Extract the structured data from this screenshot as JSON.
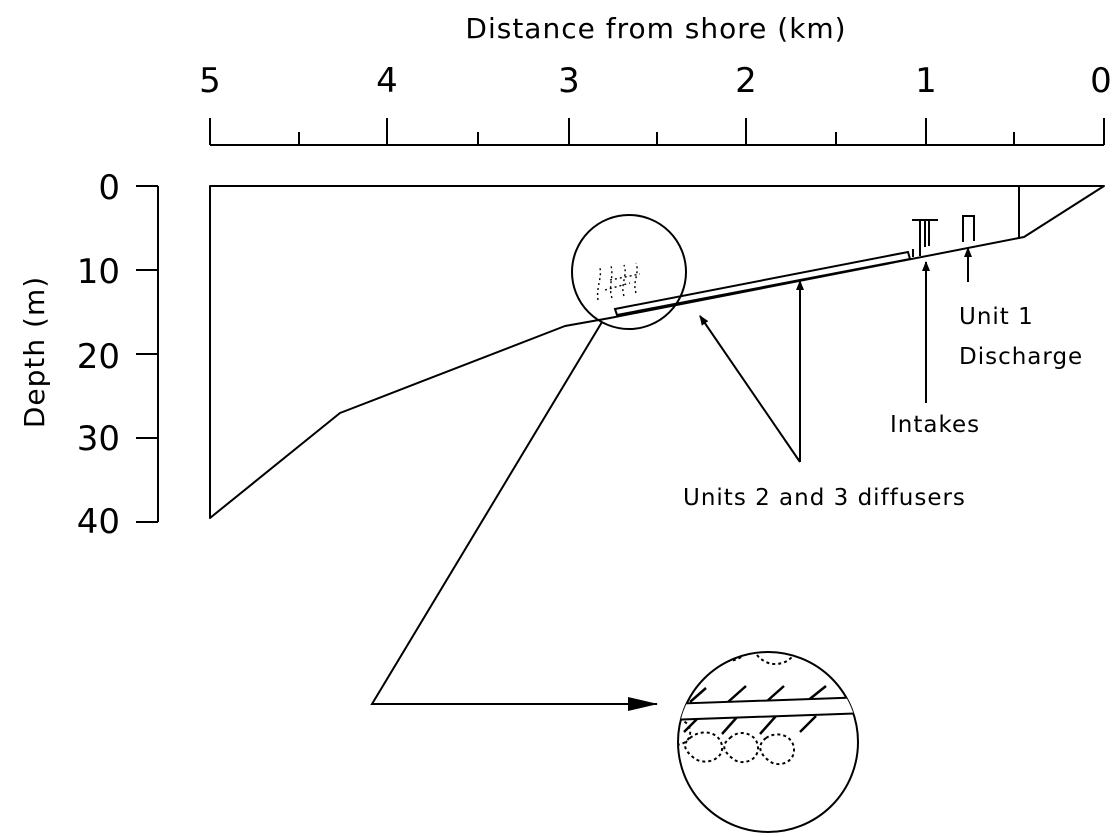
{
  "diagram": {
    "x_axis": {
      "title": "Distance from shore (km)",
      "tick_labels": [
        "5",
        "4",
        "3",
        "2",
        "1",
        "0"
      ]
    },
    "y_axis": {
      "title": "Depth (m)",
      "tick_labels": [
        "0",
        "10",
        "20",
        "30",
        "40"
      ]
    },
    "annotations": {
      "unit1_line1": "Unit 1",
      "unit1_line2": "Discharge",
      "intakes": "Intakes",
      "diffusers": "Units 2 and 3 diffusers"
    }
  }
}
